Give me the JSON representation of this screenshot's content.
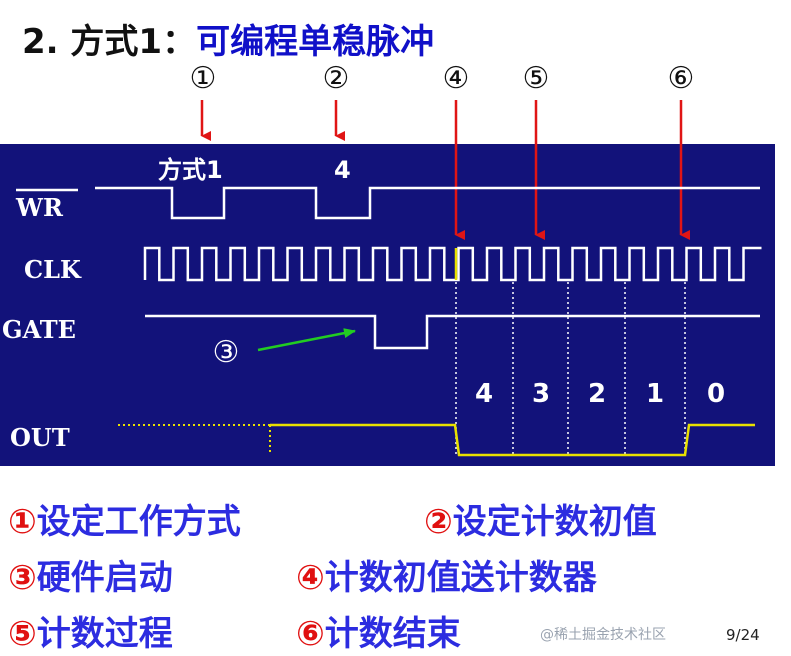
{
  "title": {
    "prefix": "2. 方式1：",
    "subtitle": "可编程单稳脉冲"
  },
  "markers": [
    {
      "label": "①",
      "target": "mode-write"
    },
    {
      "label": "②",
      "target": "count-write"
    },
    {
      "label": "④",
      "target": "load-clk"
    },
    {
      "label": "⑤",
      "target": "count-clk"
    },
    {
      "label": "⑥",
      "target": "end-clk"
    }
  ],
  "gate_marker": "③",
  "signals": {
    "wr": "WR",
    "clk": "CLK",
    "gate": "GATE",
    "out": "OUT"
  },
  "wr_annotations": {
    "mode": "方式1",
    "count": "4"
  },
  "count_values": [
    "4",
    "3",
    "2",
    "1",
    "0"
  ],
  "legend": [
    {
      "num": "①",
      "text": "设定工作方式"
    },
    {
      "num": "②",
      "text": "设定计数初值"
    },
    {
      "num": "③",
      "text": "硬件启动"
    },
    {
      "num": "④",
      "text": "计数初值送计数器"
    },
    {
      "num": "⑤",
      "text": "计数过程"
    },
    {
      "num": "⑥",
      "text": "计数结束"
    }
  ],
  "watermark": "@稀土掘金技术社区",
  "page": "9/24",
  "colors": {
    "panel": "#12127a",
    "signal": "#ffffff",
    "out_high": "#e8e000",
    "arrow": "#e01515",
    "gate_arrow": "#22cc22",
    "legend_text": "#2c2ce0",
    "legend_num": "#e01010"
  }
}
